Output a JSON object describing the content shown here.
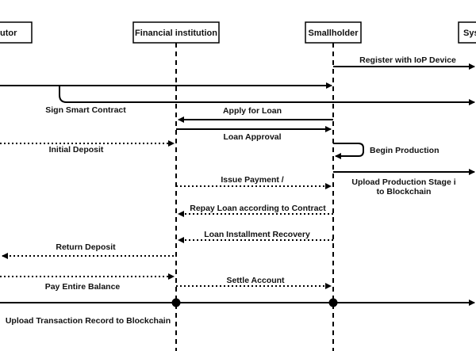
{
  "participants": {
    "distributor_partial": "utor",
    "financial_institution": "Financial institution",
    "smallholder": "Smallholder",
    "system_partial": "Sys"
  },
  "messages": {
    "register_iop": "Register with IoP Device",
    "sign_contract": "Sign Smart Contract",
    "apply_loan": "Apply for Loan",
    "loan_approval": "Loan Approval",
    "initial_deposit": "Initial Deposit",
    "begin_production": "Begin Production",
    "issue_payment": "Issue Payment /",
    "upload_stage_line1": "Upload Production Stage i",
    "upload_stage_line2": "to Blockchain",
    "repay_loan": "Repay Loan according to Contract",
    "installment_recovery": "Loan Installment Recovery",
    "return_deposit": "Return Deposit",
    "settle_account": "Settle Account",
    "pay_balance": "Pay Entire Balance",
    "upload_transaction": "Upload Transaction Record to Blockchain"
  }
}
